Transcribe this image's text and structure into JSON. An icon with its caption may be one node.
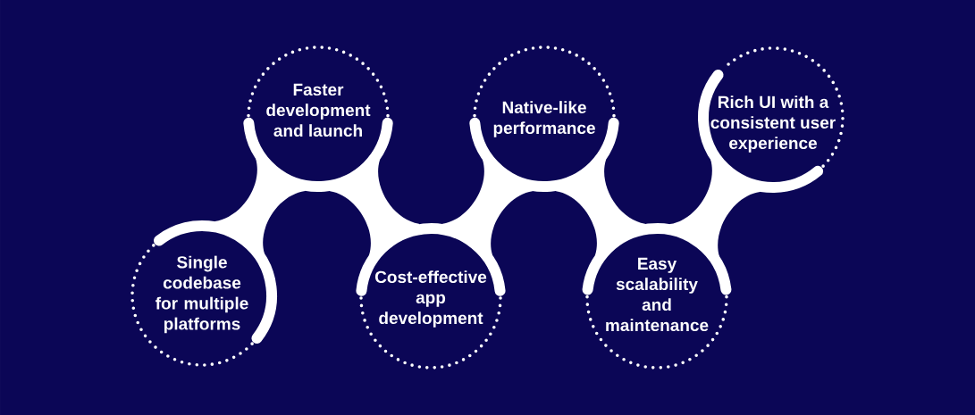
{
  "diagram": {
    "nodes": [
      {
        "text": [
          "Single codebase for multiple platforms"
        ]
      },
      {
        "text": [
          "Faster development and launch"
        ]
      },
      {
        "text": [
          "Cost-effective app development"
        ]
      },
      {
        "text": [
          "Native-like performance"
        ]
      },
      {
        "text": [
          "Easy scalability and maintenance"
        ]
      },
      {
        "text": [
          "Rich UI with a consistent user experience"
        ]
      }
    ],
    "edges": [
      {
        "from": 0,
        "to": 1,
        "arrow": "none"
      },
      {
        "from": 1,
        "to": 2,
        "arrow": "none"
      },
      {
        "from": 2,
        "to": 3,
        "arrow": "none"
      },
      {
        "from": 3,
        "to": 4,
        "arrow": "none"
      },
      {
        "from": 4,
        "to": 5,
        "arrow": "none"
      }
    ]
  }
}
